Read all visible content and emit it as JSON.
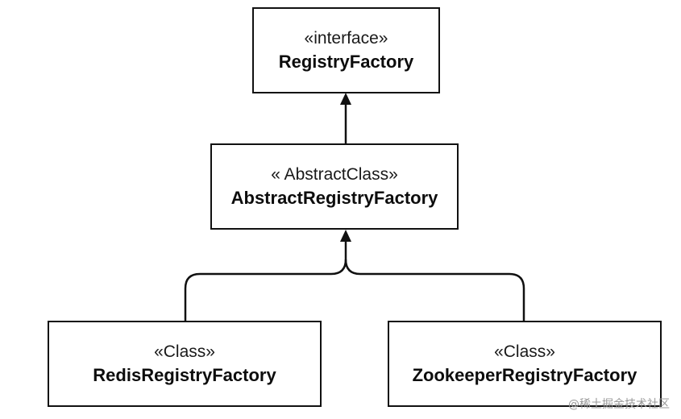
{
  "diagram": {
    "nodes": [
      {
        "id": "registry-factory",
        "stereotype": "«interface»",
        "name": "RegistryFactory"
      },
      {
        "id": "abstract-registry-factory",
        "stereotype": "« AbstractClass»",
        "name": "AbstractRegistryFactory"
      },
      {
        "id": "redis-registry-factory",
        "stereotype": "«Class»",
        "name": "RedisRegistryFactory"
      },
      {
        "id": "zookeeper-registry-factory",
        "stereotype": "«Class»",
        "name": "ZookeeperRegistryFactory"
      }
    ],
    "edges": [
      {
        "from": "abstract-registry-factory",
        "to": "registry-factory",
        "type": "inheritance"
      },
      {
        "from": "redis-registry-factory",
        "to": "abstract-registry-factory",
        "type": "inheritance"
      },
      {
        "from": "zookeeper-registry-factory",
        "to": "abstract-registry-factory",
        "type": "inheritance"
      }
    ]
  },
  "watermark": {
    "text": "@稀土掘金技术社区"
  }
}
